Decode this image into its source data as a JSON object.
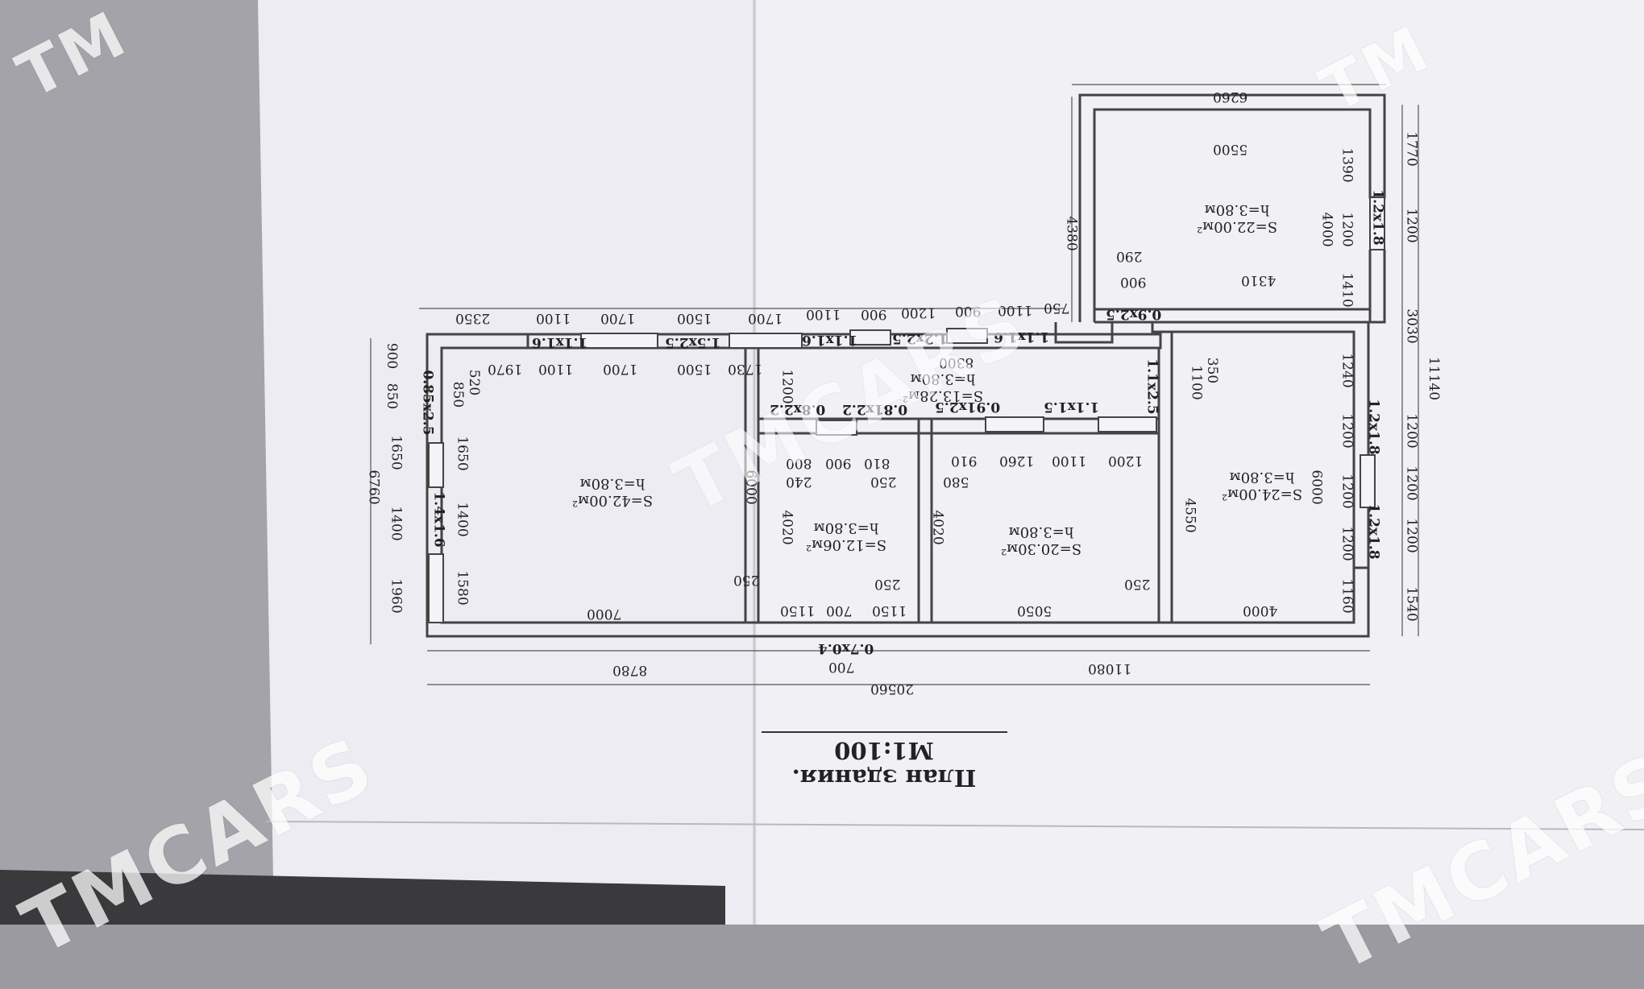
{
  "title": "План здания. М1:100",
  "watermark": {
    "main": "TMCARS",
    "corner": "TM"
  },
  "rooms": [
    {
      "area": "S=42.00м²",
      "height": "h=3.80м"
    },
    {
      "area": "S=12.06м²",
      "height": "h=3.80м"
    },
    {
      "area": "S=20.30м²",
      "height": "h=3.80м"
    },
    {
      "area": "S=24.00м²",
      "height": "h=3.80м"
    },
    {
      "area": "S=13.28м²",
      "height": "h=3.80м"
    },
    {
      "area": "S=22.00м²",
      "height": "h=3.80м"
    }
  ],
  "openings": [
    "1.1x1.6",
    "1.5x2.5",
    "1.1x1.6",
    "1.2x2.5",
    "1.1x1.6",
    "0.9x2.5",
    "1.1x2.5",
    "1.1x1.5",
    "0.91x2.5",
    "0.81x2.2",
    "0.8x2.2",
    "0.85x2.5",
    "1.4x1.6",
    "0.7x0.4",
    "1.2x1.8",
    "1.2x1.8",
    "1.2x1.8"
  ],
  "dims_top_outer": [
    "2350",
    "1100",
    "1700",
    "1500",
    "1700",
    "1100",
    "900",
    "1200",
    "900",
    "1100",
    "750"
  ],
  "dims_top_inner": [
    "1970",
    "1100",
    "1700",
    "1500",
    "1730"
  ],
  "dims_bottom": [
    "7000",
    "1150",
    "700",
    "1150",
    "5050",
    "4000"
  ],
  "dims_bottom_outer": [
    "8780",
    "700",
    "11080",
    "20560"
  ],
  "dims_left": [
    "900",
    "850",
    "1650",
    "1400",
    "1960",
    "6760"
  ],
  "dims_left_inner": [
    "520",
    "850",
    "1650",
    "1400",
    "1580"
  ],
  "dims_right_outer": [
    "1770",
    "1200",
    "3030",
    "1200",
    "1200",
    "1200",
    "1540",
    "11140"
  ],
  "dims_right_inner": [
    "1390",
    "1200",
    "1410",
    "1240",
    "1200",
    "1200",
    "1200",
    "1160"
  ],
  "dims_wing": [
    "6260",
    "5500",
    "4380",
    "4000",
    "4310",
    "900",
    "290"
  ],
  "dims_interior": [
    "8300",
    "1200",
    "1100",
    "1260",
    "910",
    "900",
    "810",
    "800",
    "240",
    "250",
    "580",
    "250",
    "250",
    "6000",
    "4020",
    "4020",
    "4550",
    "6000",
    "350",
    "1100",
    "1200",
    "250"
  ]
}
